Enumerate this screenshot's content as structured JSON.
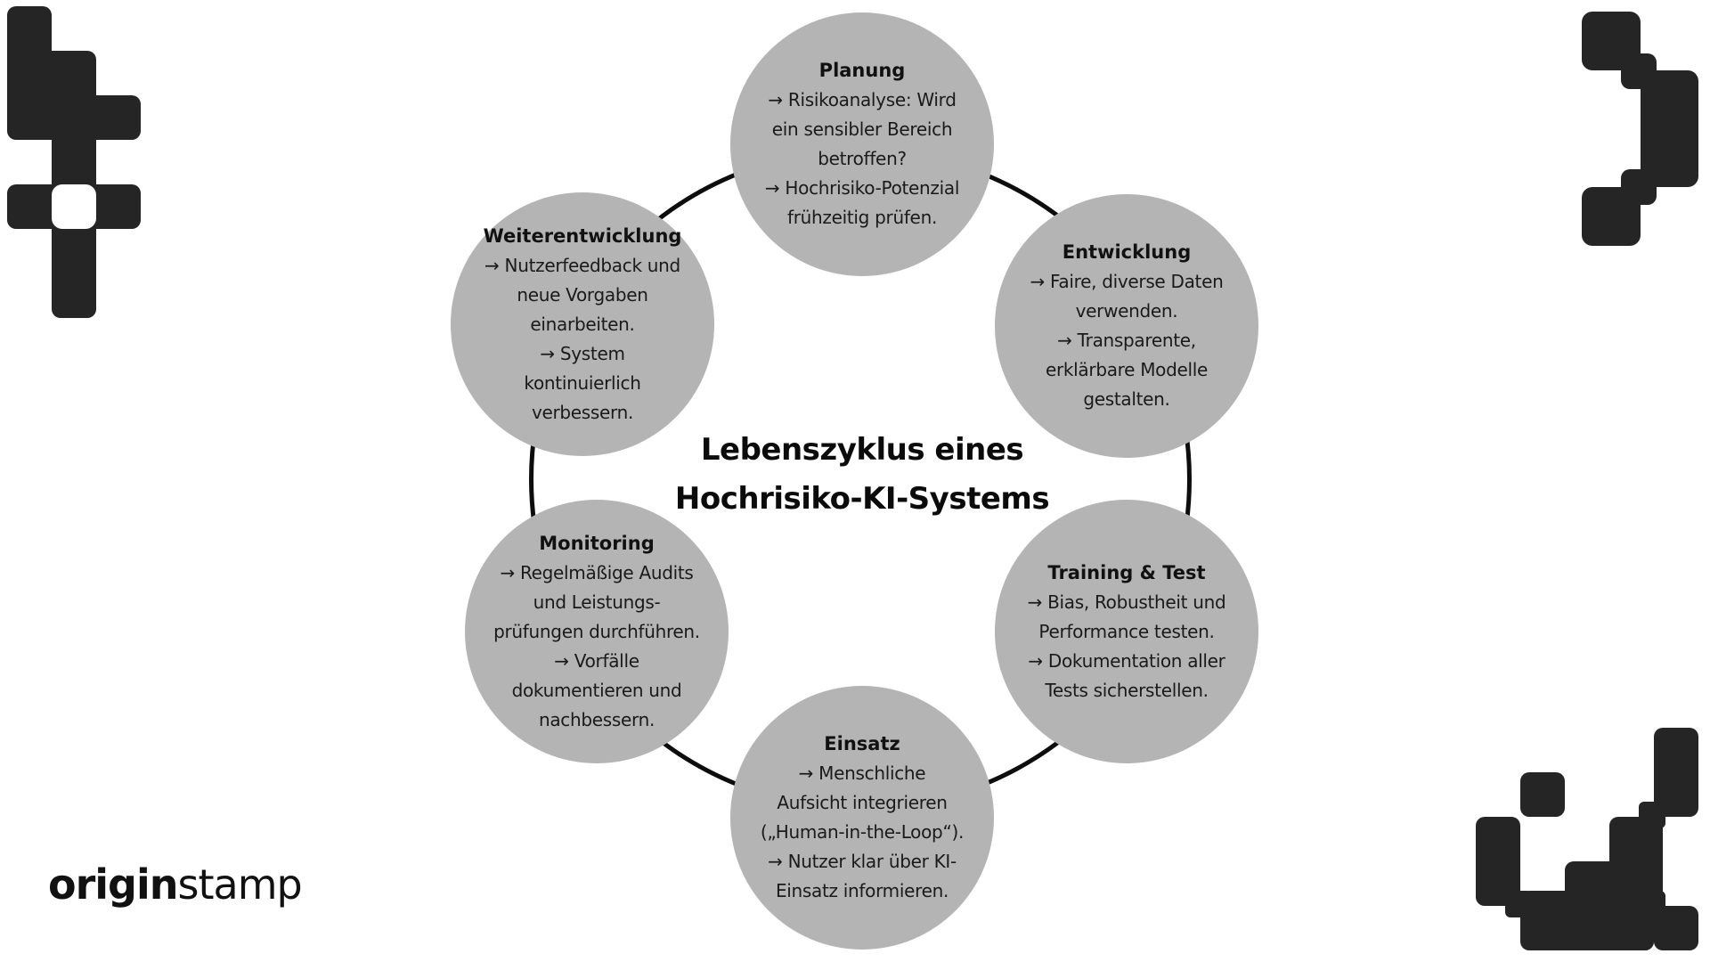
{
  "diagram": {
    "title_line1": "Lebenszyklus eines",
    "title_line2": "Hochrisiko-KI-Systems",
    "colors": {
      "circle_fill": "#b4b4b4",
      "ring": "#0d0d0d",
      "decor": "#252525",
      "text": "#111111"
    },
    "phases": [
      {
        "title": "Planung",
        "lines": [
          "→ Risikoanalyse: Wird",
          "ein sensibler Bereich",
          "betroffen?",
          "→ Hochrisiko-Potenzial",
          "frühzeitig prüfen."
        ]
      },
      {
        "title": "Entwicklung",
        "lines": [
          "→ Faire, diverse Daten",
          "verwenden.",
          "→ Transparente,",
          "erklärbare Modelle",
          "gestalten."
        ]
      },
      {
        "title": "Training & Test",
        "lines": [
          "→ Bias, Robustheit und",
          "Performance testen.",
          "→ Dokumentation aller",
          "Tests sicherstellen."
        ]
      },
      {
        "title": "Einsatz",
        "lines": [
          "→ Menschliche",
          "Aufsicht integrieren",
          "(„Human-in-the-Loop“).",
          "→ Nutzer klar über KI-",
          "Einsatz informieren."
        ]
      },
      {
        "title": "Monitoring",
        "lines": [
          "→ Regelmäßige Audits",
          "und Leistungs-",
          "prüfungen durchführen.",
          "→ Vorfälle",
          "dokumentieren und",
          "nachbessern."
        ]
      },
      {
        "title": "Weiterentwicklung",
        "lines": [
          "→ Nutzerfeedback und",
          "neue Vorgaben",
          "einarbeiten.",
          "→ System",
          "kontinuierlich",
          "verbessern."
        ]
      }
    ]
  },
  "brand": {
    "logo_bold": "origin",
    "logo_regular": "stamp"
  }
}
